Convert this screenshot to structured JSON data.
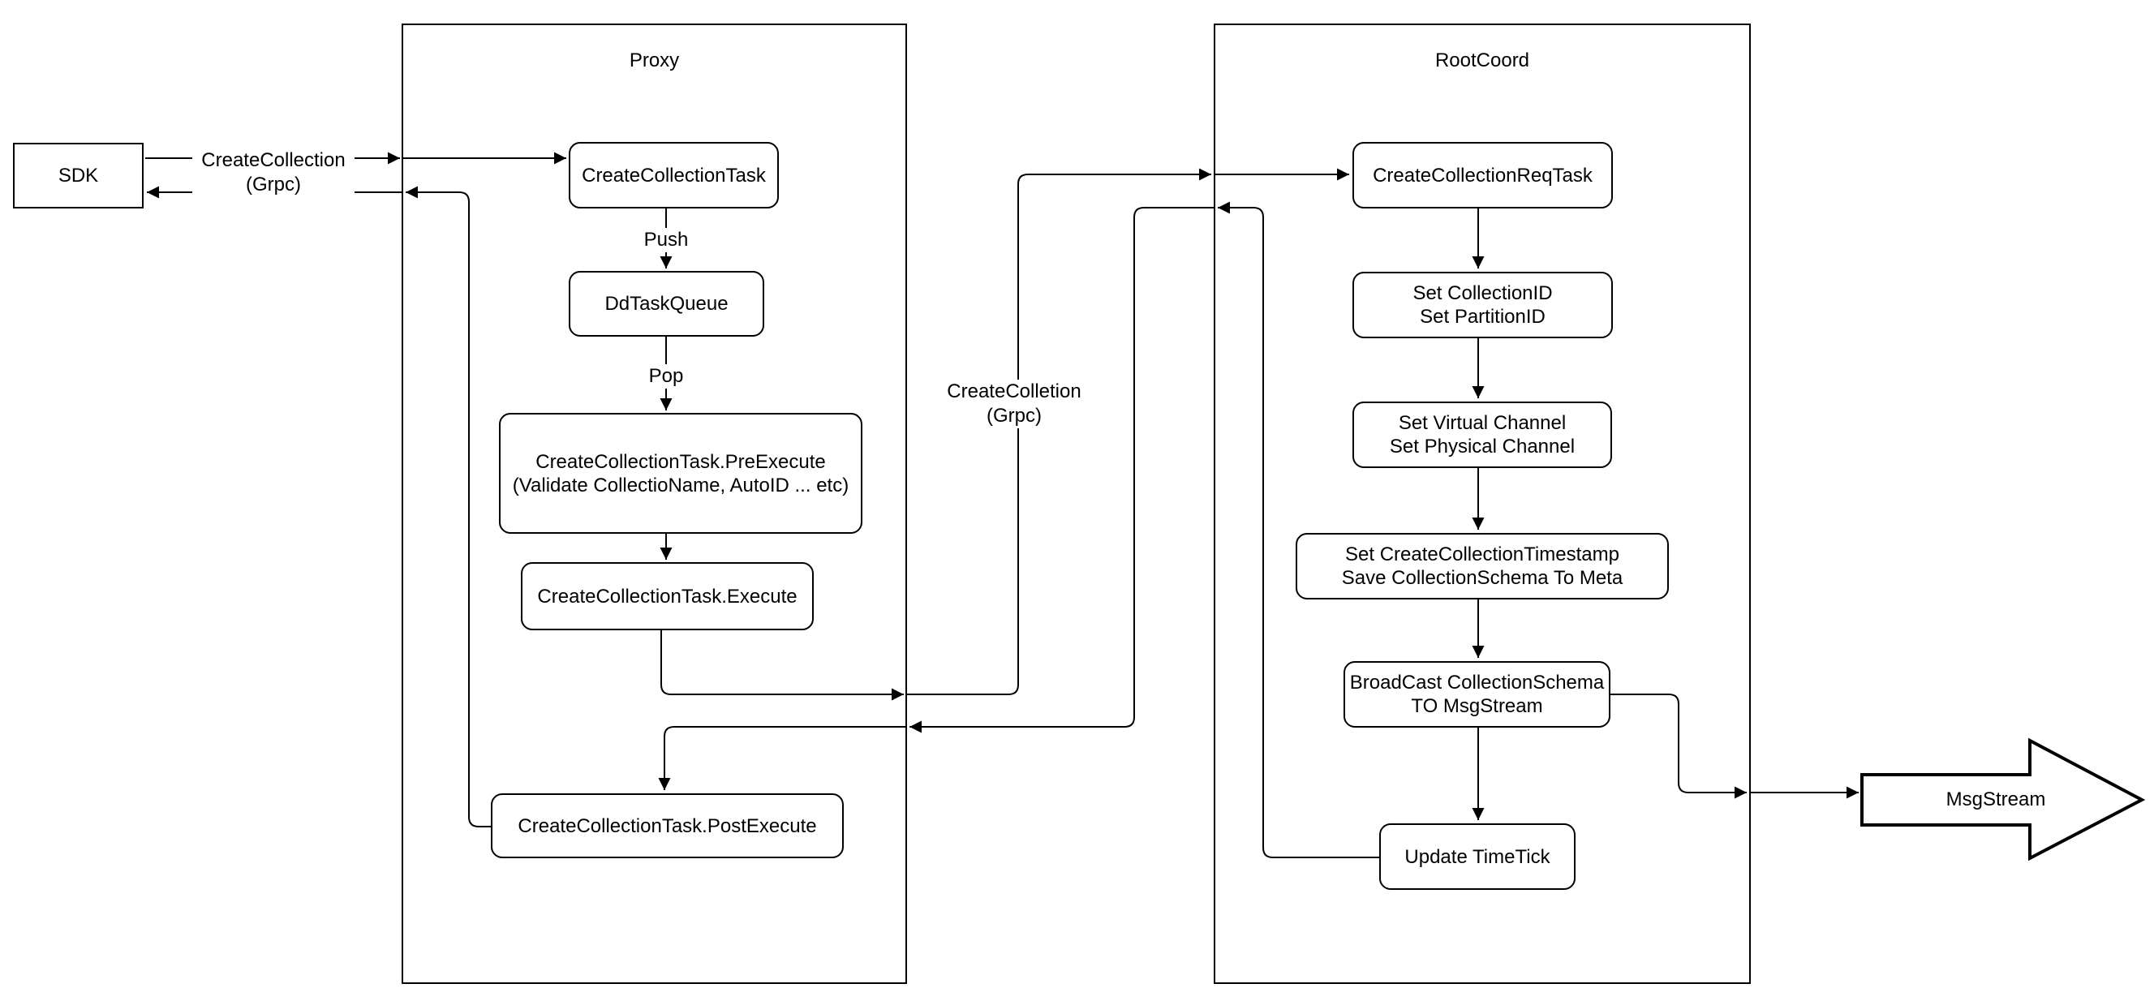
{
  "diagram": {
    "sdk": {
      "label": "SDK"
    },
    "proxy": {
      "title": "Proxy",
      "create_collection_task": "CreateCollectionTask",
      "dd_task_queue": "DdTaskQueue",
      "pre_execute_l1": "CreateCollectionTask.PreExecute",
      "pre_execute_l2": "(Validate CollectioName, AutoID ... etc)",
      "execute": "CreateCollectionTask.Execute",
      "post_execute": "CreateCollectionTask.PostExecute"
    },
    "rootcoord": {
      "title": "RootCoord",
      "req_task": "CreateCollectionReqTask",
      "set_ids_l1": "Set CollectionID",
      "set_ids_l2": "Set PartitionID",
      "set_channels_l1": "Set Virtual Channel",
      "set_channels_l2": "Set Physical Channel",
      "set_timestamp_l1": "Set CreateCollectionTimestamp",
      "set_timestamp_l2": "Save CollectionSchema To Meta",
      "broadcast_l1": "BroadCast CollectionSchema",
      "broadcast_l2": "TO MsgStream",
      "update_timetick": "Update TimeTick"
    },
    "msgstream": {
      "label": "MsgStream"
    },
    "edge_labels": {
      "sdk_call_l1": "CreateCollection",
      "sdk_call_l2": "(Grpc)",
      "push": "Push",
      "pop": "Pop",
      "proxy_call_l1": "CreateColletion",
      "proxy_call_l2": "(Grpc)"
    },
    "colors": {
      "stroke": "#000000",
      "background": "#ffffff"
    }
  }
}
